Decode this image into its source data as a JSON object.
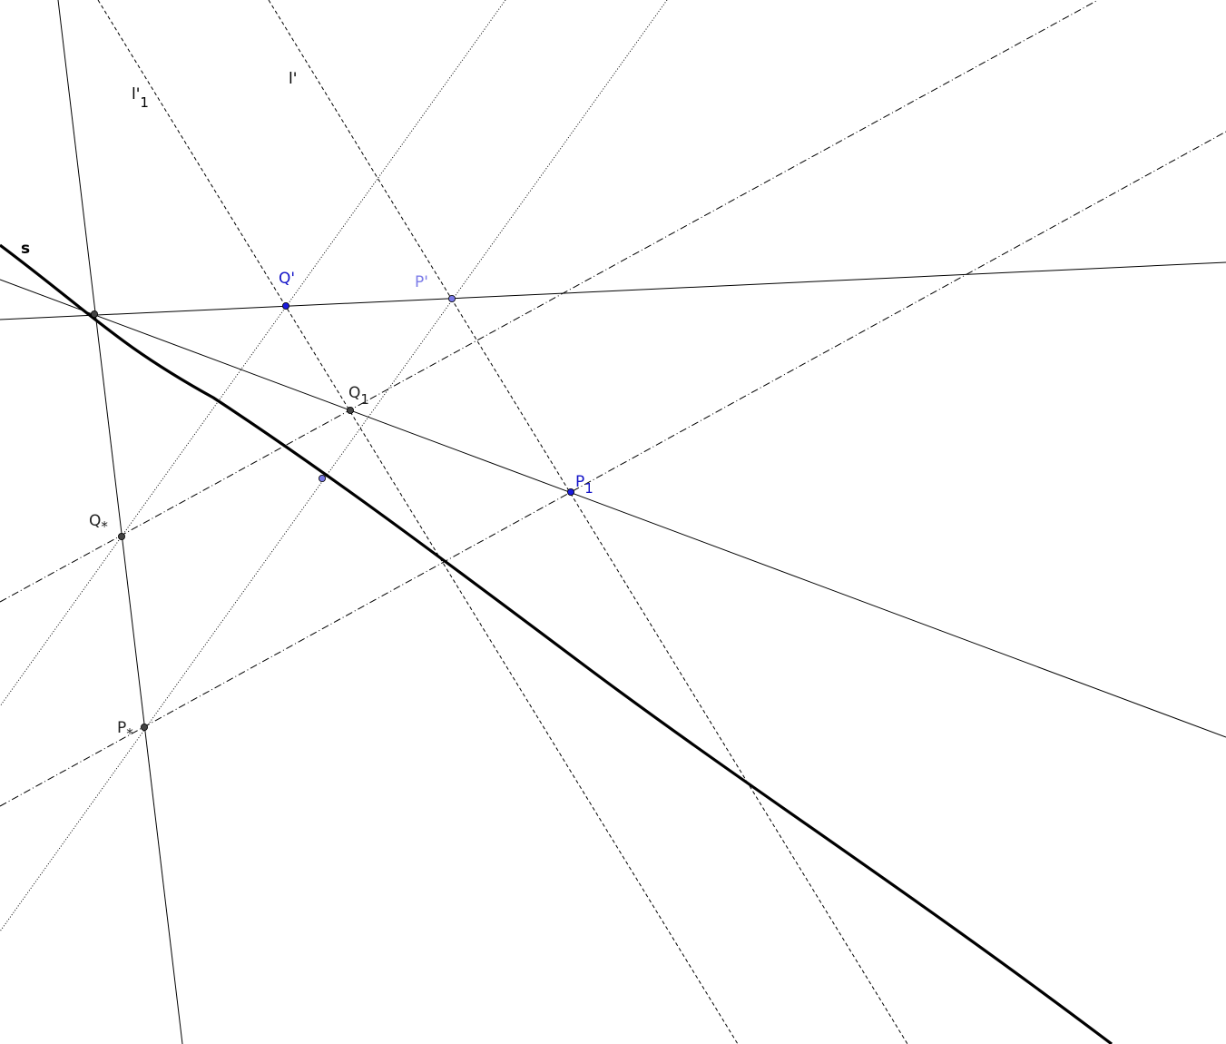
{
  "colors": {
    "background": "#ffffff",
    "line": "#000000",
    "label_dark": "#222222",
    "point_dark": "#444444",
    "point_blue": "#1a1adc",
    "point_light": "#7878e6",
    "label_blue": "#1414c8",
    "label_light": "#7c7ce8"
  },
  "labels": {
    "s": "s",
    "l_prime": "l'",
    "l_prime_1_main": "l'",
    "l_prime_1_sub": "1",
    "Q_prime": "Q'",
    "P_prime": "P'",
    "Q1_main": "Q",
    "Q1_sub": "1",
    "P1_main": "P",
    "P1_sub": "1",
    "Q_star_main": "Q",
    "Q_star_sub": "*",
    "P_star_main": "P",
    "P_star_sub": "*"
  }
}
